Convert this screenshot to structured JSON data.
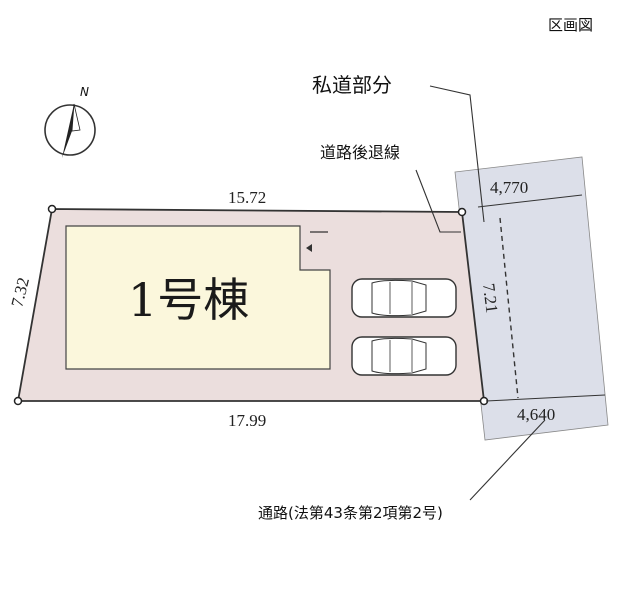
{
  "header": {
    "title": "区画図"
  },
  "compass": {
    "label": "N",
    "icon": "north-arrow-icon"
  },
  "labels": {
    "private_road_portion": "私道部分",
    "setback_line": "道路後退線",
    "road": "通路(法第43条第2項第2号)"
  },
  "building": {
    "name": "1号棟"
  },
  "dimensions": {
    "top": "15.72",
    "left": "7.32",
    "bottom": "17.99",
    "right": "7.21",
    "road_top": "4,770",
    "road_bottom": "4,640"
  },
  "colors": {
    "lot_fill": "#ebdedd",
    "building_fill": "#fbf7dc",
    "road_fill": "#dcdfe9",
    "line": "#333333"
  }
}
